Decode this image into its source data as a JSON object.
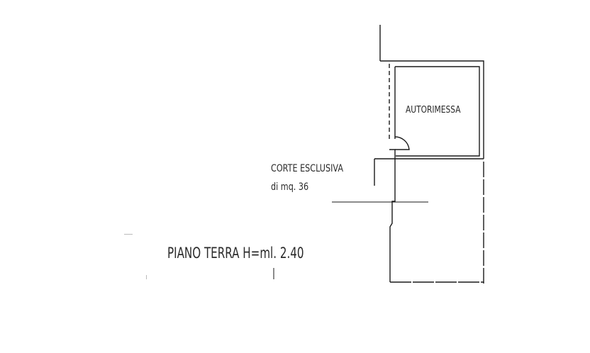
{
  "plan": {
    "room_label": "AUTORIMESSA",
    "area_label": "CORTE ESCLUSIVA",
    "area_value": "di mq. 36",
    "floor_label": "PIANO TERRA H=ml. 2.40"
  },
  "colors": {
    "line": "#1a1a1a",
    "text": "#2a2a2a",
    "background": "#ffffff"
  }
}
